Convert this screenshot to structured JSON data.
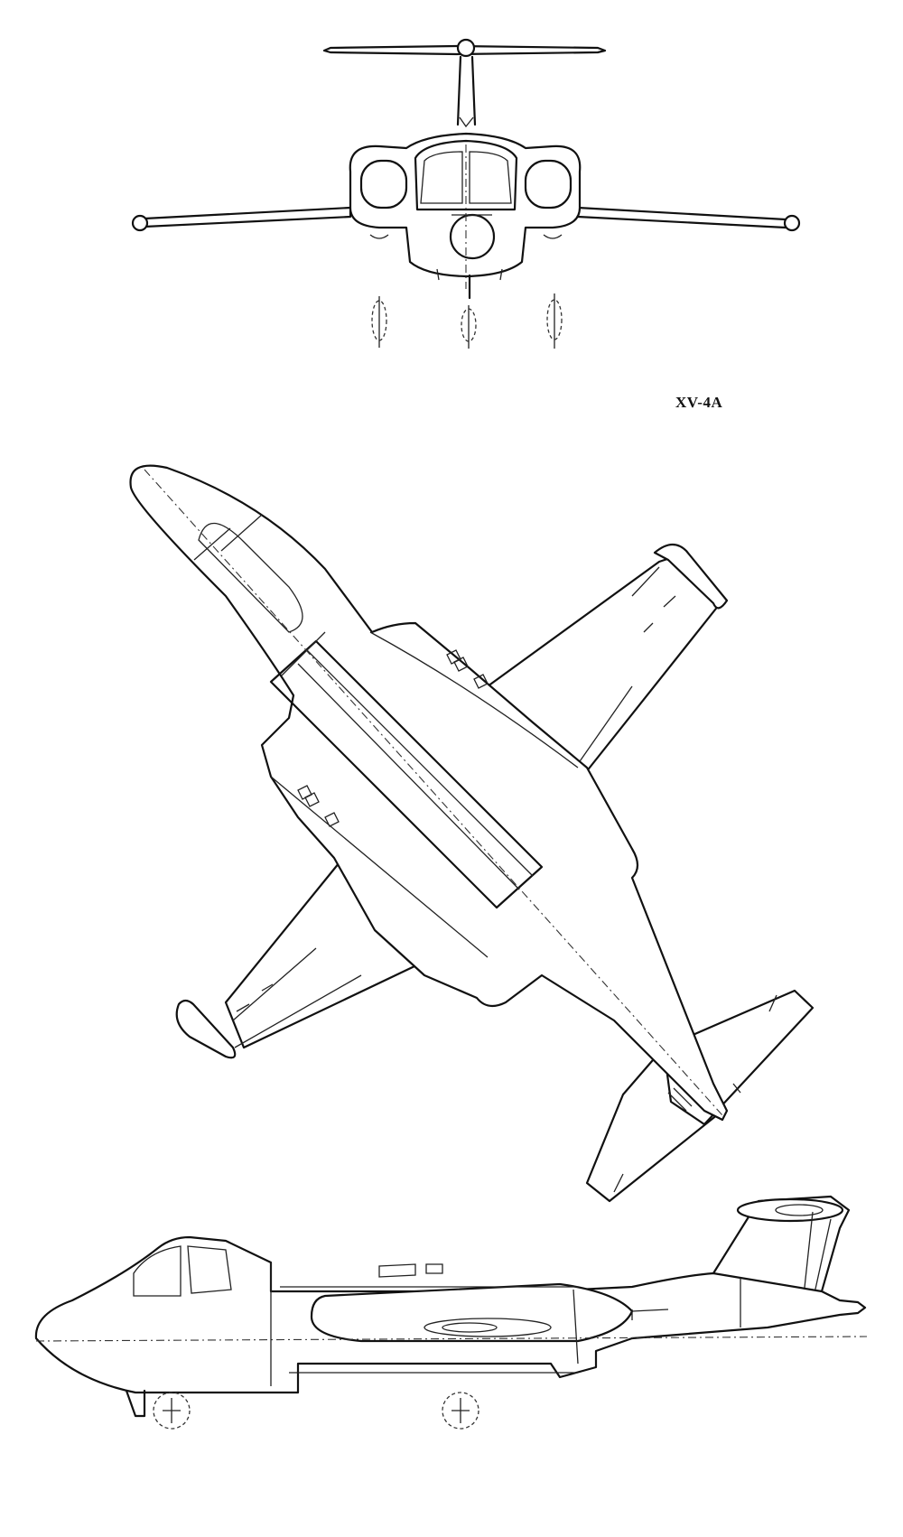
{
  "drawing": {
    "designation": "XV-4A",
    "views": [
      "front-view",
      "top-view",
      "side-view"
    ]
  },
  "colors": {
    "line": "#111111",
    "background": "#ffffff"
  }
}
